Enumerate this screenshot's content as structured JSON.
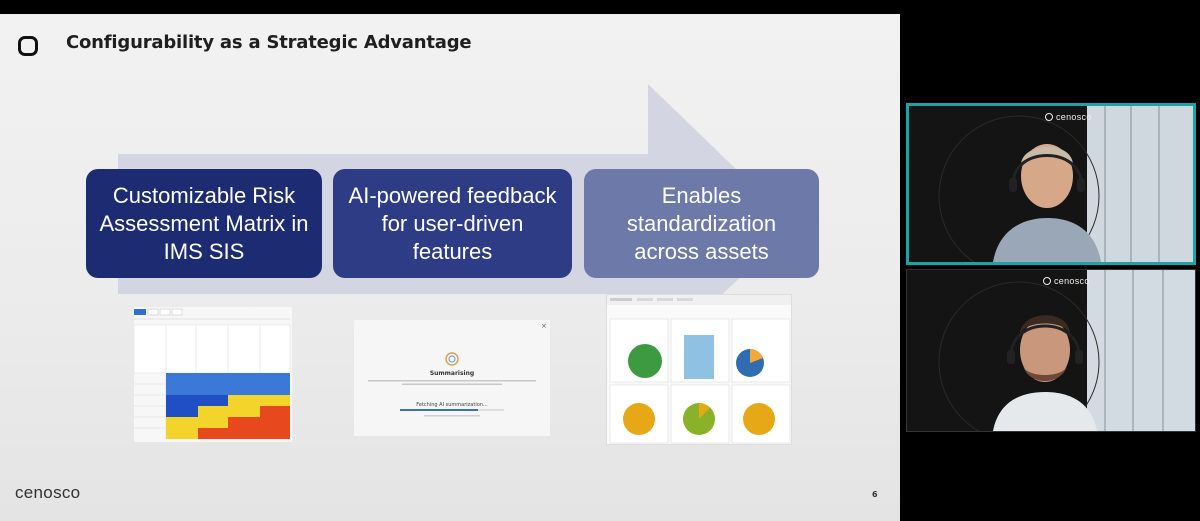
{
  "slide": {
    "title": "Configurability as a Strategic Advantage",
    "boxes": [
      "Customizable Risk Assessment Matrix in IMS SIS",
      "AI-powered feedback for user-driven features",
      "Enables standardization across assets"
    ],
    "footer_logo": "cenosco",
    "page_number": "6",
    "screenshot_2": {
      "heading": "Summarising",
      "status": "Fetching AI summarization..."
    }
  },
  "video": {
    "participants": [
      {
        "brand": "cenosco"
      },
      {
        "brand": "cenosco"
      }
    ]
  },
  "colors": {
    "box_dark": "#1d2c72",
    "box_mid": "#2d3c85",
    "box_light": "#6d79a9",
    "arrow": "#d3d5e2",
    "active_speaker_border": "#1aa5a5"
  }
}
